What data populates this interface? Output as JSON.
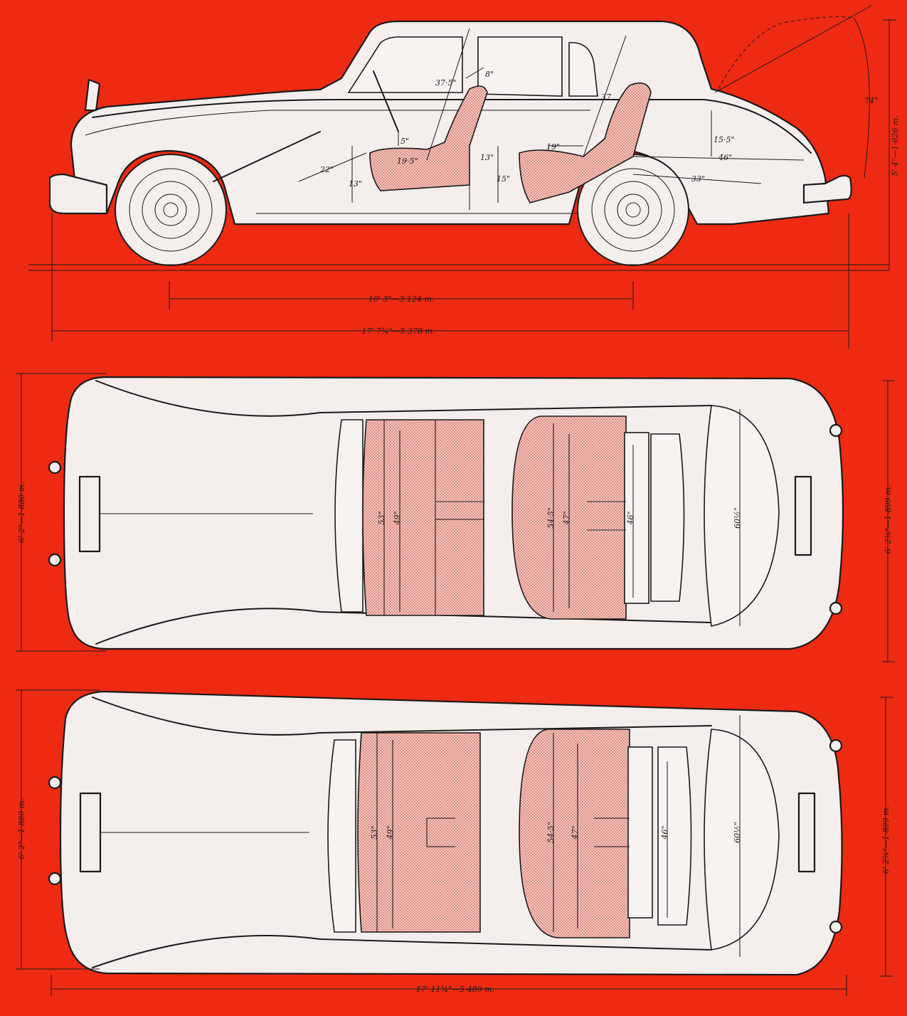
{
  "colors": {
    "background": "#ee2a12",
    "car_fill": "#f4efec",
    "seat_fill": "#f3c9c1",
    "ink": "#1a1a1a"
  },
  "side_view": {
    "wheelbase": "10' 3\"—3·124 m.",
    "overall_length": "17' 7¾\"—5·378 m.",
    "overall_height": "5' 4\"—1·626 m.",
    "interior": {
      "front_seat_width": "19·5\"",
      "front_seat_height": "13\"",
      "front_legroom": "22\"",
      "steering_clearance": "5\"",
      "front_headroom": "37·5\"",
      "seat_back_rake": "8\"",
      "rear_seat_depth": "19\"",
      "rear_knee_room": "13\"",
      "rear_seat_height": "15\"",
      "rear_headroom": "37",
      "boot_height": "15·5\"",
      "boot_length": "46\"",
      "boot_floor": "33\"",
      "lid_angle": "74°"
    }
  },
  "plan_view_upper": {
    "overall_width": "6' 2\"—1·880 m.",
    "track": "6' 2¾\"—1·899 m.",
    "front_seat_outer": "53\"",
    "front_seat_inner": "49\"",
    "rear_seat_outer": "54·5\"",
    "rear_seat_inner": "47\"",
    "rear_shelf": "46\"",
    "boot_width": "60½\""
  },
  "plan_view_lower": {
    "overall_width": "6' 2\"—1·880 m.",
    "track": "6' 2¾\"—1·899 m.",
    "overall_length": "17' 11¾\"—5·480 m.",
    "front_seat_outer": "53\"",
    "front_seat_inner": "49\"",
    "rear_seat_outer": "54·5\"",
    "rear_seat_inner": "47\"",
    "rear_shelf": "46\"",
    "boot_width": "60½\""
  }
}
